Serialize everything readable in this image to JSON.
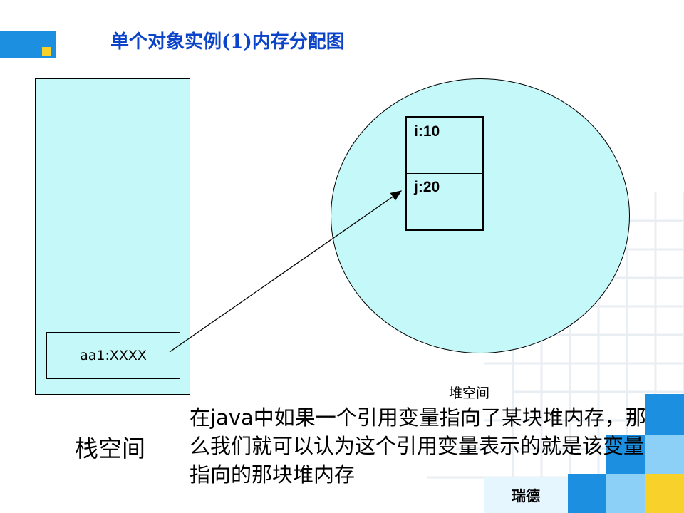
{
  "title": "单个对象实例(1)内存分配图",
  "stack": {
    "variable": "aa1:XXXX",
    "label": "栈空间"
  },
  "heap": {
    "fields": [
      "i:10",
      "j:20"
    ],
    "label": "堆空间"
  },
  "description": "在java中如果一个引用变量指向了某块堆内存，那么我们就可以认为这个引用变量表示的就是该变量指向的那块堆内存",
  "brand": "瑞德",
  "colors": {
    "title": "#0b44c8",
    "fill": "#c5f8f8",
    "accent_blue": "#1c8fe0",
    "accent_yellow": "#f8d22a"
  }
}
